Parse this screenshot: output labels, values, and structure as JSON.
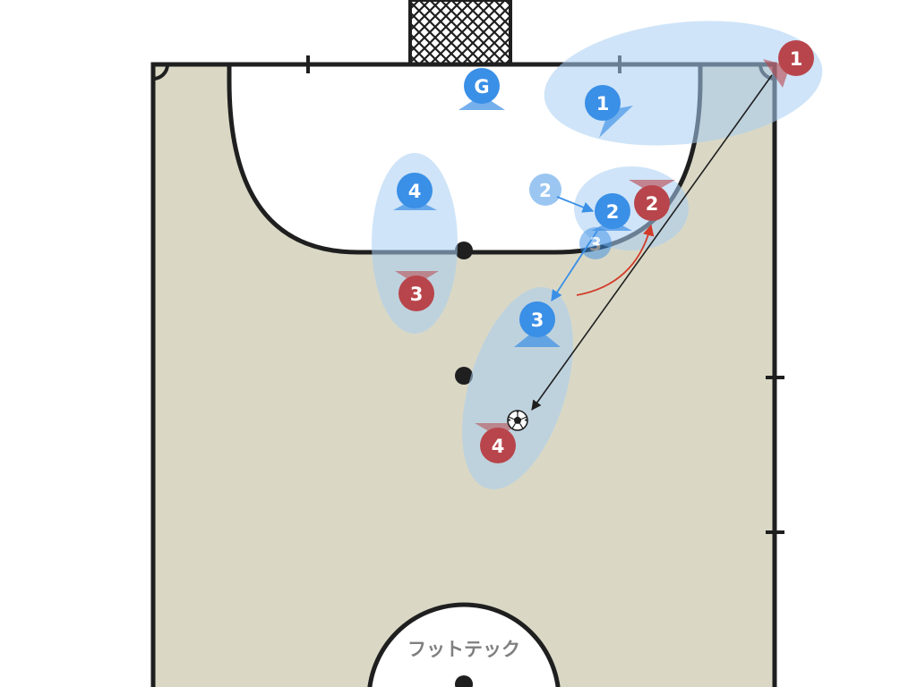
{
  "diagram": {
    "brand_label": "フットテック",
    "colors": {
      "court": "#dad8c5",
      "court_line": "#1f1f1f",
      "penalty_area": "#ffffff",
      "team_blue": "#3a8fe6",
      "team_red": "#b8454b",
      "zone_fill": "#bcd9f5",
      "pass_blue": "#3a8fe6",
      "pass_black": "#1f1f1f",
      "run_red": "#d23b2a"
    },
    "players": {
      "blue_goalkeeper": "G",
      "blue_1": "1",
      "blue_2": "2",
      "blue_2_previous": "2",
      "blue_3": "3",
      "blue_3_previous": "3",
      "blue_4": "4",
      "red_1": "1",
      "red_2": "2",
      "red_3": "3",
      "red_4": "4"
    },
    "ball_icon": "soccer-ball-icon"
  }
}
